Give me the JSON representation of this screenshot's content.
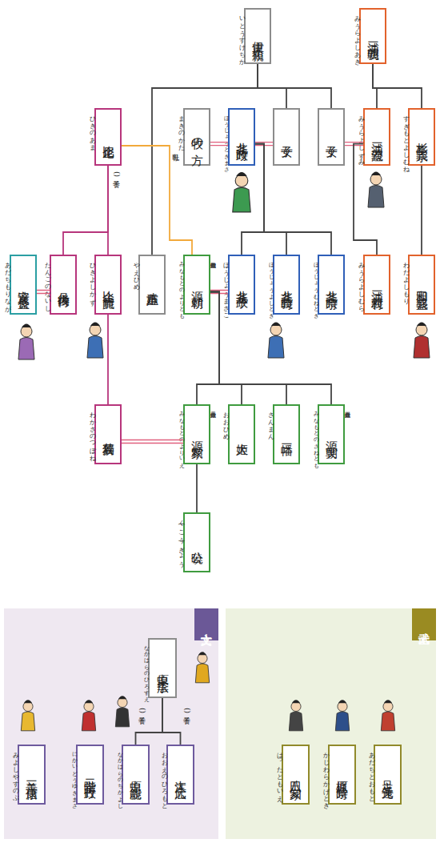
{
  "diagram": {
    "nodes": [
      {
        "text": [
          "伊東 祐親",
          "いとうすけちか"
        ]
      },
      {
        "text": [
          "三浦 義明",
          "みうらよしあき"
        ]
      },
      {
        "text": [
          "比企尼",
          "ひきのあま"
        ]
      },
      {
        "text": [
          "牧の方",
          "まきのかた"
        ]
      },
      {
        "text": [
          "北条 時政",
          "ほうじょうときまさ"
        ]
      },
      {
        "text": [
          "女子"
        ]
      },
      {
        "text": [
          "女子"
        ]
      },
      {
        "text": [
          "三浦 義澄",
          "みうらよしずみ"
        ]
      },
      {
        "text": [
          "杉本 義宗",
          "すぎもとよしむね"
        ]
      },
      {
        "text": [
          "安達 盛長",
          "あだちもりなが"
        ]
      },
      {
        "text": [
          "丹後内侍",
          "たんごのないし"
        ]
      },
      {
        "text": [
          "比企 能員",
          "ひきよしかず"
        ]
      },
      {
        "text": [
          "八重姫",
          "やえひめ"
        ]
      },
      {
        "text": [
          "源 頼朝",
          "みなもとのよりとも",
          "初代鎌倉殿"
        ]
      },
      {
        "text": [
          "北条 政子",
          "ほうじょうまさこ"
        ]
      },
      {
        "text": [
          "北条 義時",
          "ほうじょうよしとき"
        ]
      },
      {
        "text": [
          "北条 宗時",
          "ほうじょうむねとき"
        ]
      },
      {
        "text": [
          "三浦 義村",
          "みうらよしむら"
        ]
      },
      {
        "text": [
          "和田 義盛",
          "わだよしもり"
        ]
      },
      {
        "text": [
          "若狭局",
          "わかさのつぼね"
        ]
      },
      {
        "text": [
          "源 頼家",
          "みなもとのよりいえ",
          "二代鎌倉殿"
        ]
      },
      {
        "text": [
          "大姫",
          "おおひめ"
        ]
      },
      {
        "text": [
          "三幡",
          "さんまん"
        ]
      },
      {
        "text": [
          "源 実朝",
          "みなもとのさねとも",
          "三代鎌倉殿"
        ]
      },
      {
        "text": [
          "公暁",
          "く(こう)ぎょう"
        ]
      },
      {
        "text": [
          "文士"
        ]
      },
      {
        "text": [
          "中原 広季",
          "なかはらのひろすえ"
        ],
        "in": 25
      },
      {
        "text": [
          "三善 康信",
          "みよしやすのぶ"
        ],
        "in": 25
      },
      {
        "text": [
          "二階堂 行政",
          "にかいどうゆきまさ"
        ],
        "in": 25
      },
      {
        "text": [
          "中原 親能",
          "なかはらのちかよし"
        ],
        "in": 25
      },
      {
        "text": [
          "大江 広元",
          "おおえのひろもと"
        ],
        "in": 25
      },
      {
        "text": [
          "武士"
        ]
      },
      {
        "text": [
          "八田 知家",
          "はったともいえ"
        ],
        "in": 31
      },
      {
        "text": [
          "梶原 景時",
          "かじわらかげとき"
        ],
        "in": 31
      },
      {
        "text": [
          "足立 遠元",
          "あだちとおもと"
        ],
        "in": 31
      }
    ],
    "edges": [
      {
        "from": 0,
        "to": 5,
        "arrow": "none"
      },
      {
        "from": 0,
        "to": 6,
        "arrow": "none"
      },
      {
        "from": 0,
        "to": 12,
        "arrow": "none"
      },
      {
        "from": 1,
        "to": 7,
        "arrow": "none"
      },
      {
        "from": 1,
        "to": 8,
        "arrow": "none"
      },
      {
        "from": 3,
        "to": 4,
        "arrow": "none"
      },
      {
        "from": 4,
        "to": 5,
        "arrow": "none"
      },
      {
        "from": 6,
        "to": 7,
        "arrow": "none"
      },
      {
        "from": 2,
        "to": 10,
        "arrow": "none"
      },
      {
        "from": 2,
        "to": 11,
        "label": "(養子)",
        "arrow": "none"
      },
      {
        "from": 2,
        "to": 13,
        "label": "乳母",
        "arrow": "none"
      },
      {
        "from": 4,
        "to": 14,
        "arrow": "none"
      },
      {
        "from": 4,
        "to": 15,
        "arrow": "none"
      },
      {
        "from": 4,
        "to": 16,
        "arrow": "none"
      },
      {
        "from": 7,
        "to": 17,
        "arrow": "none"
      },
      {
        "from": 8,
        "to": 18,
        "arrow": "none"
      },
      {
        "from": 9,
        "to": 10,
        "arrow": "none"
      },
      {
        "from": 13,
        "to": 14,
        "arrow": "none"
      },
      {
        "from": 11,
        "to": 19,
        "arrow": "none"
      },
      {
        "from": 13,
        "to": 20,
        "arrow": "none"
      },
      {
        "from": 13,
        "to": 21,
        "arrow": "none"
      },
      {
        "from": 13,
        "to": 22,
        "arrow": "none"
      },
      {
        "from": 13,
        "to": 23,
        "arrow": "none"
      },
      {
        "from": 19,
        "to": 20,
        "arrow": "none"
      },
      {
        "from": 20,
        "to": 24,
        "arrow": "none"
      },
      {
        "from": 26,
        "to": 29,
        "label": "(養子)",
        "arrow": "none"
      },
      {
        "from": 26,
        "to": 30,
        "label": "(養子)",
        "arrow": "none"
      }
    ]
  }
}
